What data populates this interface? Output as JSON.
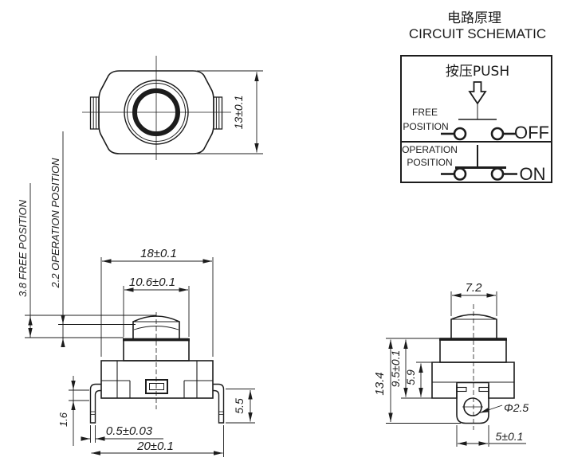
{
  "colors": {
    "line": "#1c1c1c",
    "background": "#ffffff"
  },
  "schematic": {
    "title_cn": "电路原理",
    "title_en": "CIRCUIT SCHEMATIC",
    "push_label": "按压PUSH",
    "free_line1": "FREE",
    "free_line2": "POSITION",
    "off_label": "OFF",
    "operation_line1": "OPERATION",
    "operation_line2": "POSITION",
    "on_label": "ON"
  },
  "top_view": {
    "dim_height": "13±0.1"
  },
  "front_view": {
    "dim_body_width": "18±0.1",
    "dim_button_width": "10.6±0.1",
    "dim_overall_width": "20±0.1",
    "dim_pin_thickness": "0.5±0.03",
    "dim_pin_tip": "1.6",
    "dim_pin_length": "5.5",
    "label_free_position": "3.8 FREE POSITION",
    "label_operation_position": "2.2 OPERATION POSITION"
  },
  "side_view": {
    "dim_button_width": "7.2",
    "dim_overall_height": "13.4",
    "dim_body_height": "9.5±0.1",
    "dim_base_height": "5.9",
    "dim_hole_diameter": "Φ2.5",
    "dim_tab_width": "5±0.1"
  }
}
